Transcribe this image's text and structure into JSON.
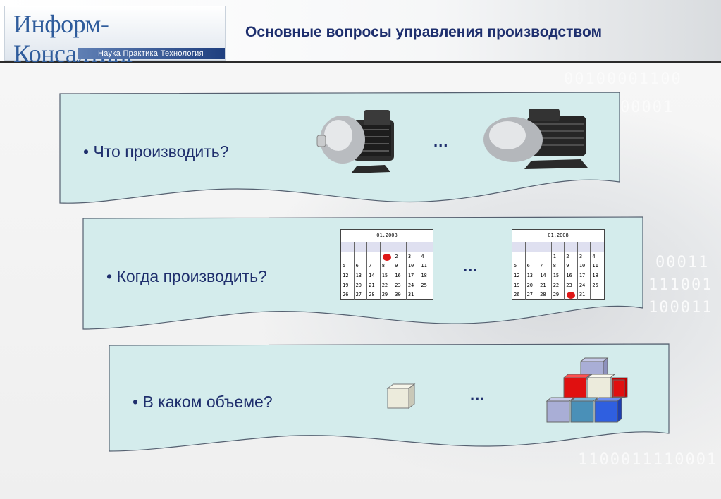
{
  "header": {
    "logo_title": "Информ-Консалтинг",
    "logo_tagline": "Наука  Практика  Технология",
    "page_title": "Основные вопросы управления производством"
  },
  "questions": [
    {
      "label": "• Что производить?",
      "ellipsis": "..."
    },
    {
      "label": "• Когда производить?",
      "ellipsis": "..."
    },
    {
      "label": "• В каком объеме?",
      "ellipsis": "..."
    }
  ],
  "calendars": [
    {
      "title": "01.2008",
      "rows": [
        [
          "",
          "",
          "",
          "1",
          "2",
          "3",
          "4"
        ],
        [
          "5",
          "6",
          "7",
          "8",
          "9",
          "10",
          "11"
        ],
        [
          "12",
          "13",
          "14",
          "15",
          "16",
          "17",
          "18"
        ],
        [
          "19",
          "20",
          "21",
          "22",
          "23",
          "24",
          "25"
        ],
        [
          "26",
          "27",
          "28",
          "29",
          "30",
          "31",
          ""
        ]
      ],
      "marked_day": "1"
    },
    {
      "title": "01.2008",
      "rows": [
        [
          "",
          "",
          "",
          "1",
          "2",
          "3",
          "4"
        ],
        [
          "5",
          "6",
          "7",
          "8",
          "9",
          "10",
          "11"
        ],
        [
          "12",
          "13",
          "14",
          "15",
          "16",
          "17",
          "18"
        ],
        [
          "19",
          "20",
          "21",
          "22",
          "23",
          "24",
          "25"
        ],
        [
          "26",
          "27",
          "28",
          "29",
          "30",
          "31",
          ""
        ]
      ],
      "marked_day": "30"
    }
  ],
  "colors": {
    "panel_fill": "#d4ecec",
    "title_text": "#1e2f6e",
    "marker_red": "#e01818",
    "cube_red": "#e01010",
    "cube_blue": "#2f5fe0",
    "cube_teal": "#4a90b8",
    "cube_lavender": "#a9aed6",
    "cube_cream": "#ecebdc"
  }
}
